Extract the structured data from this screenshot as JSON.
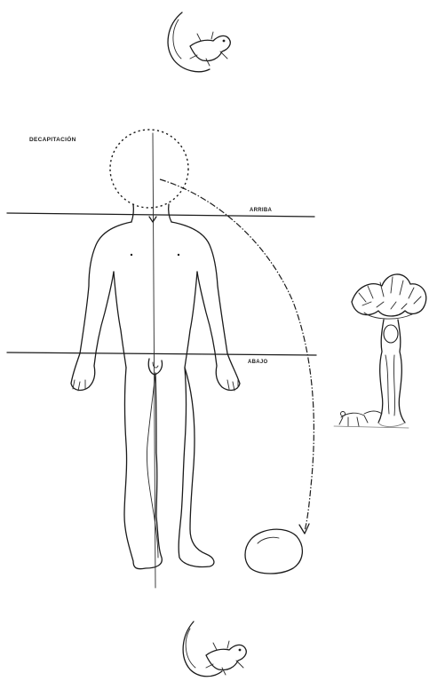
{
  "labels": {
    "title": "DECAPITACIÓN",
    "upper": "ARRIBA",
    "lower": "ABAJO"
  },
  "colors": {
    "ink": "#1b1b1b",
    "background": "#ffffff"
  }
}
